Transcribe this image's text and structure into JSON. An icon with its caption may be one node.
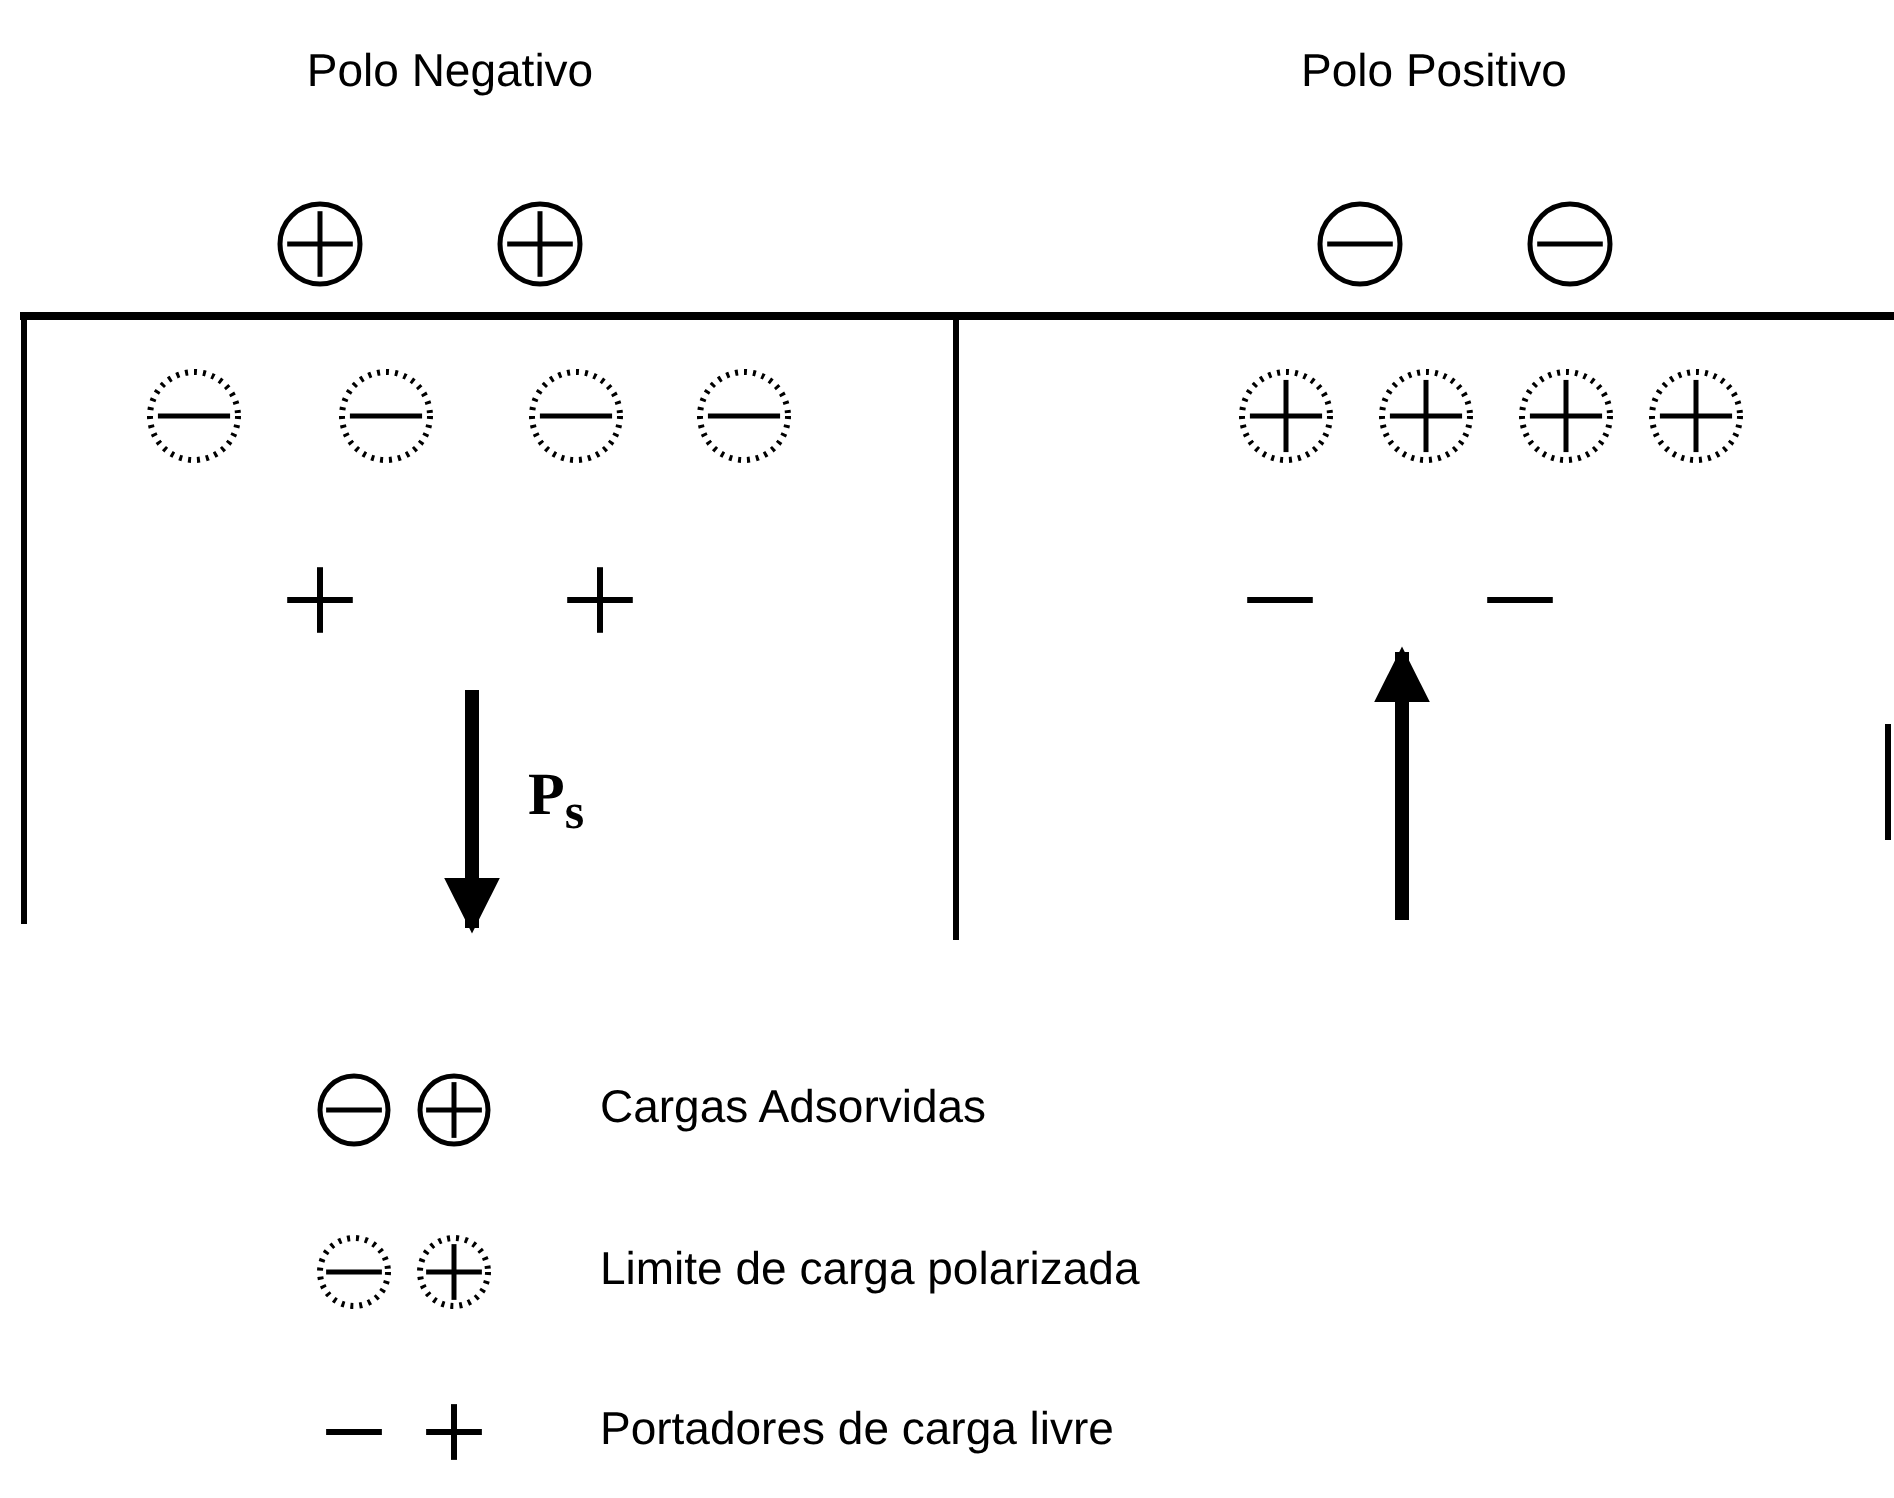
{
  "diagram": {
    "labels": [
      "Polo Negativo",
      "Polo Positivo",
      "P$_{s}$"
    ],
    "legend": [
      {
        "text": "Cargas Adsorvidas"
      },
      {
        "text": "Limite de carga polarizada"
      },
      {
        "text": "Portadores de carga livre"
      }
    ]
  }
}
